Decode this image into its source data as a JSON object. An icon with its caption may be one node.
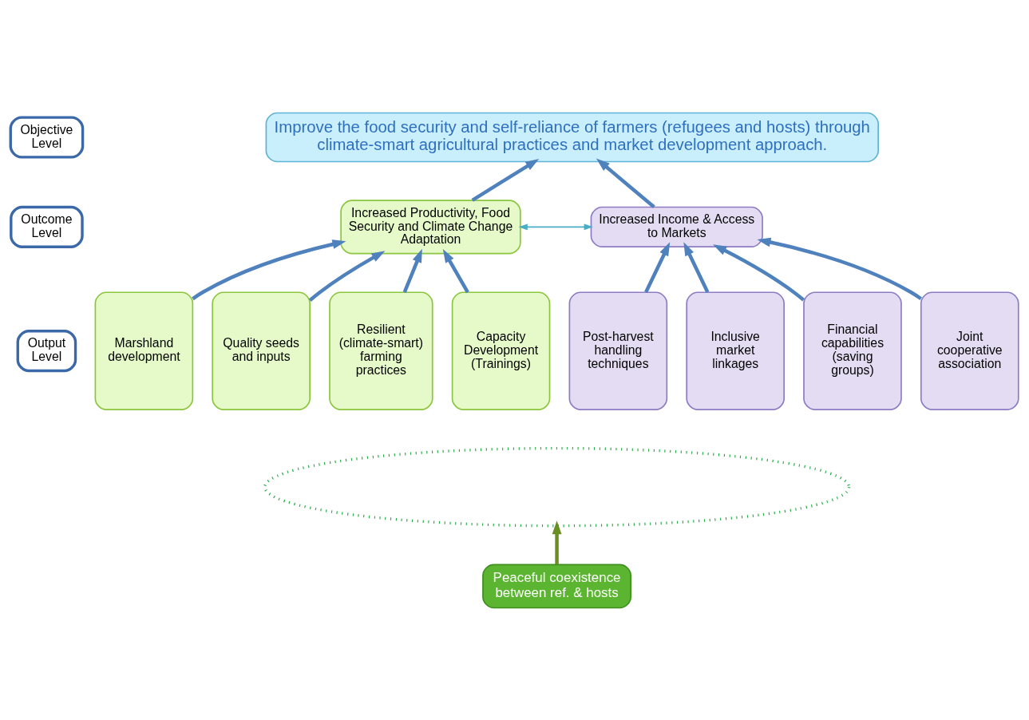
{
  "diagram": {
    "nodes": [
      {
        "text": [
          "Objective Level"
        ]
      },
      {
        "text": [
          "Improve the food security and self-reliance of farmers (refugees and hosts) through climate-smart agricultural practices and market development approach."
        ]
      },
      {
        "text": [
          "Outcome Level"
        ]
      },
      {
        "text": [
          "Increased Productivity, Food Security and Climate Change Adaptation"
        ]
      },
      {
        "text": [
          "Increased Income & Access to Markets"
        ]
      },
      {
        "text": [
          "Output Level"
        ]
      },
      {
        "text": [
          "Marshland development"
        ]
      },
      {
        "text": [
          "Quality seeds and inputs"
        ]
      },
      {
        "text": [
          "Resilient (climate-smart) farming practices"
        ]
      },
      {
        "text": [
          "Capacity Development (Trainings)"
        ]
      },
      {
        "text": [
          "Post-harvest handling techniques"
        ]
      },
      {
        "text": [
          "Inclusive market linkages"
        ]
      },
      {
        "text": [
          "Financial capabilities (saving groups)"
        ]
      },
      {
        "text": [
          "Joint cooperative association"
        ]
      },
      {
        "text": [],
        "shape": "ellipse"
      },
      {
        "text": [
          "Peaceful coexistence between ref. & hosts"
        ]
      }
    ],
    "edges": [
      {
        "from": 3,
        "to": 1,
        "arrow": "to"
      },
      {
        "from": 4,
        "to": 1,
        "arrow": "to"
      },
      {
        "from": 3,
        "to": 4,
        "arrow": "both",
        "color": "#4bacc6"
      },
      {
        "from": 6,
        "to": 3,
        "arrow": "to"
      },
      {
        "from": 7,
        "to": 3,
        "arrow": "to"
      },
      {
        "from": 8,
        "to": 3,
        "arrow": "to"
      },
      {
        "from": 9,
        "to": 3,
        "arrow": "to"
      },
      {
        "from": 10,
        "to": 4,
        "arrow": "to"
      },
      {
        "from": 11,
        "to": 4,
        "arrow": "to"
      },
      {
        "from": 12,
        "to": 4,
        "arrow": "to"
      },
      {
        "from": 13,
        "to": 4,
        "arrow": "to"
      },
      {
        "from": 15,
        "to": 14,
        "arrow": "to",
        "color": "#6b8e23"
      }
    ]
  }
}
